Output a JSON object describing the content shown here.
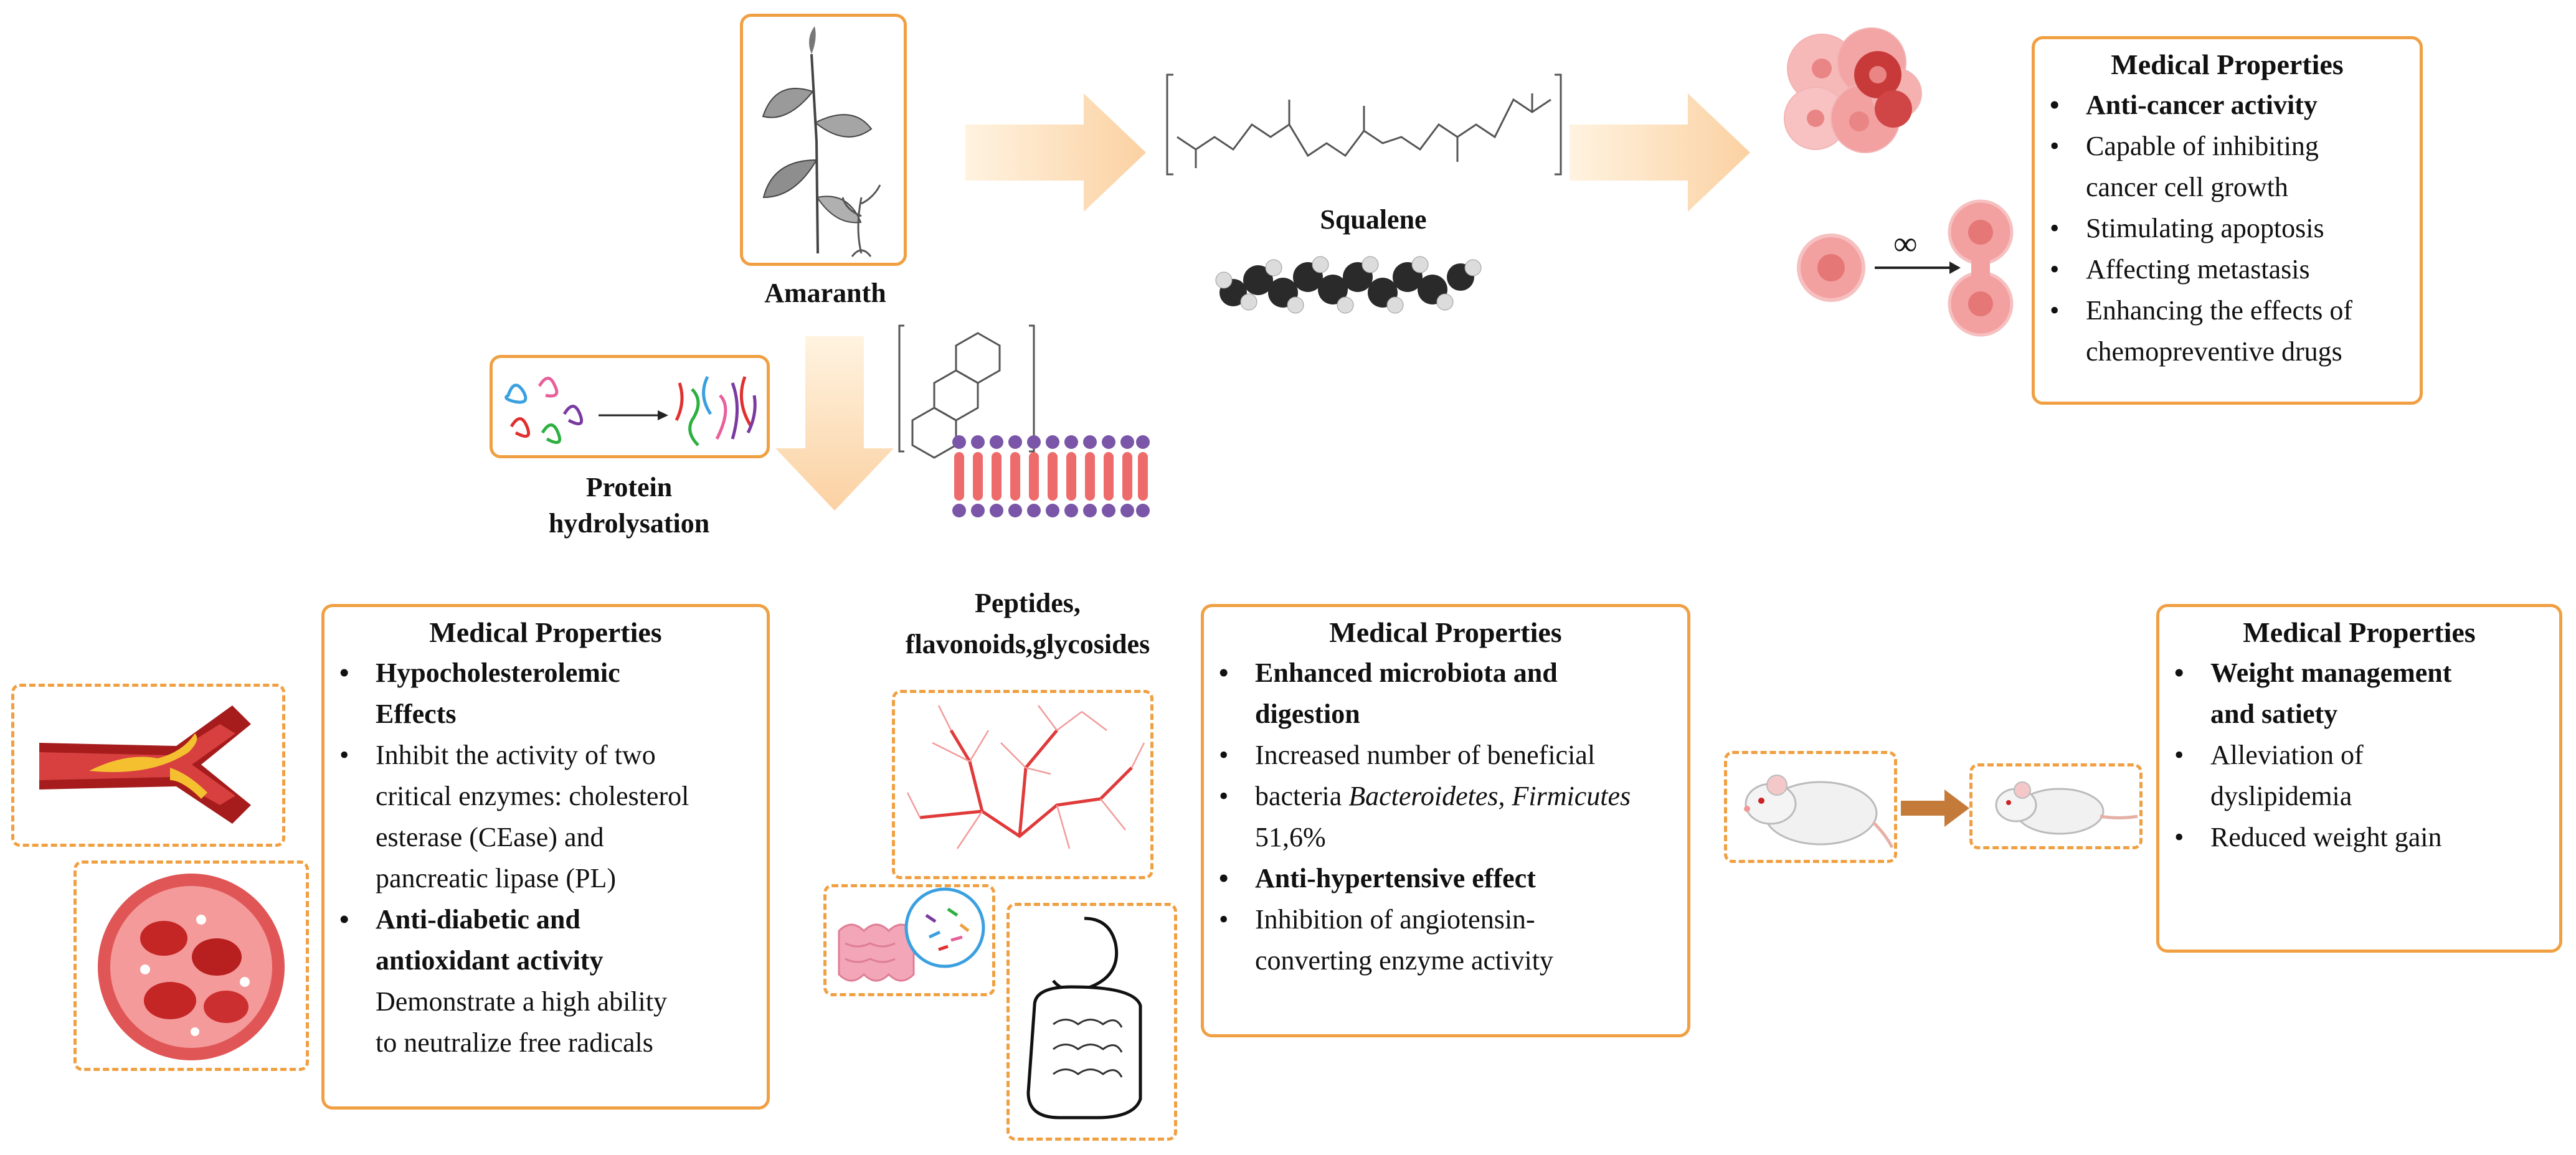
{
  "labels": {
    "amaranth": "Amaranth",
    "squalene": "Squalene",
    "protein_line1": "Protein",
    "protein_line2": "hydrolysation",
    "peptides_line1": "Peptides,",
    "peptides_line2": "flavonoids,glycosides"
  },
  "cards": {
    "top_right": {
      "title": "Medical Properties",
      "items": [
        "Anti-cancer activity",
        "Capable of inhibiting",
        "cancer cell growth",
        "Stimulating apoptosis",
        "Affecting metastasis",
        "Enhancing the effects of",
        "chemopreventive drugs"
      ]
    },
    "bottom_left": {
      "title": "Medical Properties",
      "items": [
        "Hypocholesterolemic",
        "Effects",
        "Inhibit the activity of two",
        "critical enzymes: cholesterol",
        "esterase (CEase) and",
        "pancreatic lipase (PL)",
        " Anti-diabetic and",
        "antioxidant activity",
        "Demonstrate a high ability",
        "to neutralize free radicals"
      ]
    },
    "bottom_middle": {
      "title": "Medical Properties",
      "items": [
        "Enhanced microbiota and",
        "digestion",
        "Increased number of beneficial",
        "bacteria ",
        "Bacteroidetes, Firmicutes",
        "51,6%",
        "Anti-hypertensive effect",
        "Inhibition of angiotensin-",
        "converting enzyme activity"
      ]
    },
    "bottom_right": {
      "title": "Medical Properties",
      "items": [
        "Weight management",
        "and satiety",
        "Alleviation of",
        "dyslipidemia",
        "Reduced weight gain"
      ]
    }
  },
  "symbols": {
    "infinity": "∞"
  },
  "colors": {
    "accent_orange": "#f0a042",
    "arrow_fade": "#fbd9b3",
    "cell_red": "#e87878",
    "mouse_arrow": "#c47b3a"
  }
}
